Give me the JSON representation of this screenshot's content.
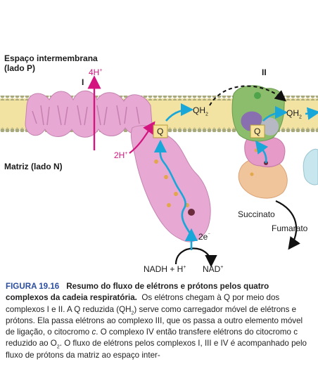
{
  "labels": {
    "intermembrane_line1": "Espaço intermembrana",
    "intermembrane_line2": "(lado P)",
    "matrix": "Matriz (lado N)",
    "complex_I": "I",
    "complex_II": "II",
    "protons_out_coef": "4H",
    "protons_out_charge": "+",
    "protons_in_coef": "2H",
    "protons_in_charge": "+",
    "q1": "Q",
    "q2": "Q",
    "qh2_1_base": "QH",
    "qh2_1_sub": "2",
    "qh2_2_base": "QH",
    "qh2_2_sub": "2",
    "two_e": "2e",
    "two_e_sup": "⁻",
    "nadh_base": "NADH + H",
    "nadh_sup": "+",
    "nad_base": "NAD",
    "nad_sup": "+",
    "succinate": "Succinato",
    "fumarate": "Fumarato"
  },
  "caption": {
    "figure_number": "FIGURA 19.16",
    "title": "Resumo do fluxo de elétrons e prótons pelos quatro complexos da cadeia respiratória.",
    "part1": "Os elétrons chegam à Q por meio dos complexos I e II. A Q reduzida (QH",
    "sub1": "2",
    "part2": ") serve como carregador móvel de elétrons e prótons. Ela passa elétrons ao complexo III, que os passa a outro elemento móvel de ligação, o citocromo ",
    "italic": "c",
    "part3": ". O complexo IV então transfere elétrons do citocromo c reduzido ao O",
    "sub2": "2",
    "part4": ". O fluxo de elétrons pelos complexos I, III e IV é acompanhado pelo fluxo de prótons da matriz ao espaço inter-"
  },
  "colors": {
    "membrane": "#f3e3a3",
    "head_group": "#a9aa7c",
    "complex_I": "#e7a9d4",
    "complex_II_orange": "#f1c59b",
    "complex_II_green": "#8cbd6d",
    "complex_II_purple": "#8a6fb0",
    "complex_II_pink": "#e59ac8",
    "electron_path": "#19a6d8",
    "proton_arrow": "#d4157f",
    "quinone_box": "#f7e29b"
  }
}
